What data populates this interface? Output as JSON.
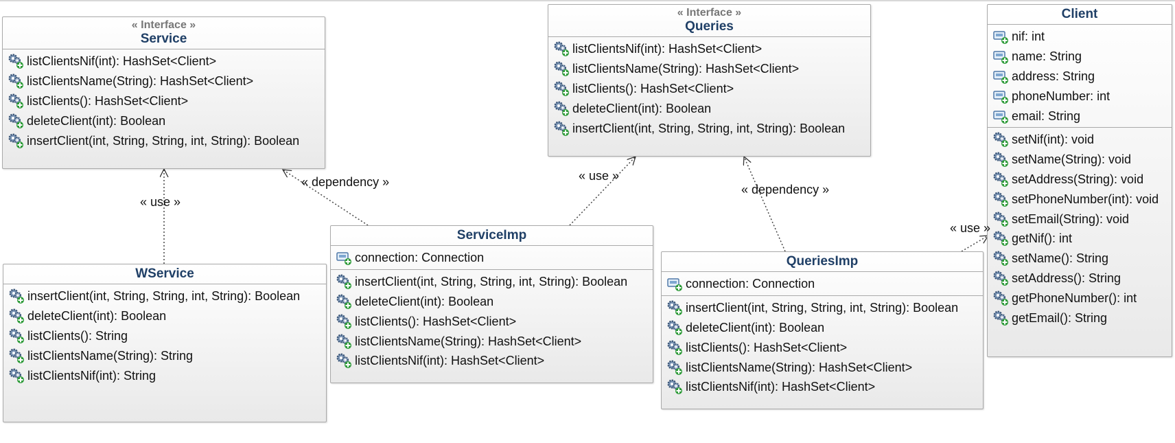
{
  "classes": {
    "service": {
      "stereotype": "« Interface »",
      "name": "Service",
      "attributes": [],
      "operations": [
        "listClientsNif(int): HashSet<Client>",
        "listClientsName(String): HashSet<Client>",
        "listClients(): HashSet<Client>",
        "deleteClient(int): Boolean",
        "insertClient(int, String, String, int, String): Boolean"
      ]
    },
    "queries": {
      "stereotype": "« Interface »",
      "name": "Queries",
      "attributes": [],
      "operations": [
        "listClientsNif(int): HashSet<Client>",
        "listClientsName(String): HashSet<Client>",
        "listClients(): HashSet<Client>",
        "deleteClient(int): Boolean",
        "insertClient(int, String, String, int, String): Boolean"
      ]
    },
    "client": {
      "name": "Client",
      "attributes": [
        "nif: int",
        "name: String",
        "address: String",
        "phoneNumber: int",
        "email: String"
      ],
      "operations": [
        "setNif(int): void",
        "setName(String): void",
        "setAddress(String): void",
        "setPhoneNumber(int): void",
        "setEmail(String): void",
        "getNif(): int",
        "setName(): String",
        "setAddress(): String",
        "getPhoneNumber(): int",
        "getEmail(): String"
      ]
    },
    "wservice": {
      "name": "WService",
      "attributes": [],
      "operations": [
        "insertClient(int, String, String, int, String): Boolean",
        "deleteClient(int): Boolean",
        "listClients(): String",
        "listClientsName(String): String",
        "listClientsNif(int): String"
      ]
    },
    "serviceimp": {
      "name": "ServiceImp",
      "attributes": [
        "connection: Connection"
      ],
      "operations": [
        "insertClient(int, String, String, int, String): Boolean",
        "deleteClient(int): Boolean",
        "listClients(): HashSet<Client>",
        "listClientsName(String): HashSet<Client>",
        "listClientsNif(int): HashSet<Client>"
      ]
    },
    "queriesimp": {
      "name": "QueriesImp",
      "attributes": [
        "connection: Connection"
      ],
      "operations": [
        "insertClient(int, String, String, int, String): Boolean",
        "deleteClient(int): Boolean",
        "listClients(): HashSet<Client>",
        "listClientsName(String): HashSet<Client>",
        "listClientsNif(int): HashSet<Client>"
      ]
    }
  },
  "relations": {
    "wservice_to_service": "« use »",
    "serviceimp_to_service": "« dependency »",
    "serviceimp_to_queries": "« use »",
    "queriesimp_to_queries": "« dependency »",
    "queriesimp_to_client": "« use »"
  },
  "colors": {
    "class_name": "#1f3f66",
    "stereotype": "#777777",
    "border": "#a9a9a9"
  },
  "icons": {
    "attribute": "field-icon",
    "operation": "method-gear-icon"
  }
}
